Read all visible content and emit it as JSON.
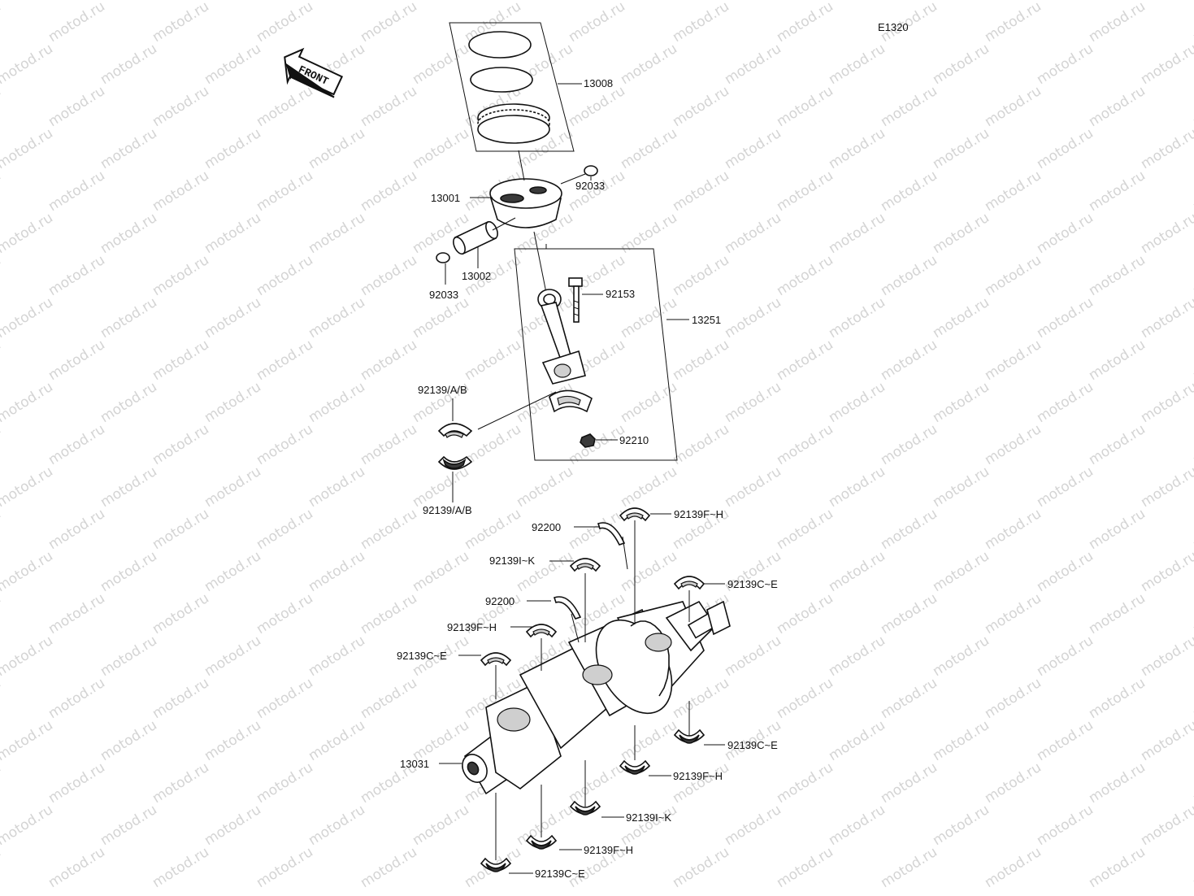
{
  "diagram": {
    "code": "E1320",
    "front_label": "FRONT",
    "watermark": "motod.ru",
    "callouts": [
      {
        "id": "13008",
        "text": "13008"
      },
      {
        "id": "13001",
        "text": "13001"
      },
      {
        "id": "92033a",
        "text": "92033"
      },
      {
        "id": "13002",
        "text": "13002"
      },
      {
        "id": "92033b",
        "text": "92033"
      },
      {
        "id": "92153",
        "text": "92153"
      },
      {
        "id": "13251",
        "text": "13251"
      },
      {
        "id": "92139ab1",
        "text": "92139/A/B"
      },
      {
        "id": "92139ab2",
        "text": "92139/A/B"
      },
      {
        "id": "92210",
        "text": "92210"
      },
      {
        "id": "92139fh1",
        "text": "92139F~H"
      },
      {
        "id": "92200a",
        "text": "92200"
      },
      {
        "id": "92139ik1",
        "text": "92139I~K"
      },
      {
        "id": "92139ce1",
        "text": "92139C~E"
      },
      {
        "id": "92200b",
        "text": "92200"
      },
      {
        "id": "92139fh2",
        "text": "92139F~H"
      },
      {
        "id": "92139ce2",
        "text": "92139C~E"
      },
      {
        "id": "13031",
        "text": "13031"
      },
      {
        "id": "92139ce3",
        "text": "92139C~E"
      },
      {
        "id": "92139fh3",
        "text": "92139F~H"
      },
      {
        "id": "92139ik2",
        "text": "92139I~K"
      },
      {
        "id": "92139fh4",
        "text": "92139F~H"
      },
      {
        "id": "92139ce4",
        "text": "92139C~E"
      }
    ]
  }
}
